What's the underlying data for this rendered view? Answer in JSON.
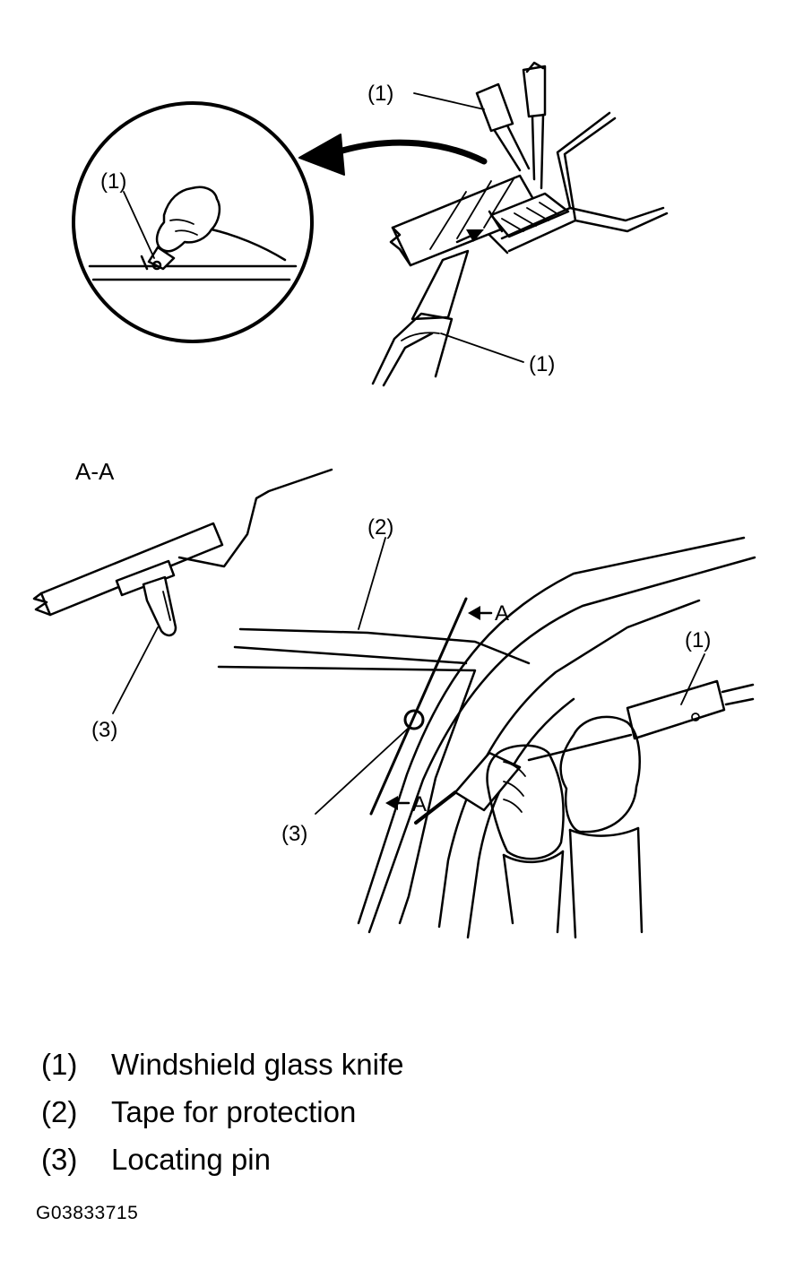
{
  "callouts": {
    "top_tape": "(1)",
    "top_circle": "(1)",
    "top_knife": "(1)",
    "bottom_tape": "(2)",
    "bottom_pin_section": "(3)",
    "bottom_pin": "(3)",
    "bottom_knife": "(1)"
  },
  "section_label": "A-A",
  "section_arrow_upper": "A",
  "section_arrow_lower": "A",
  "legend": [
    {
      "number": "(1)",
      "text": "Windshield glass knife"
    },
    {
      "number": "(2)",
      "text": "Tape for protection"
    },
    {
      "number": "(3)",
      "text": "Locating pin"
    }
  ],
  "figure_id": "G03833715"
}
